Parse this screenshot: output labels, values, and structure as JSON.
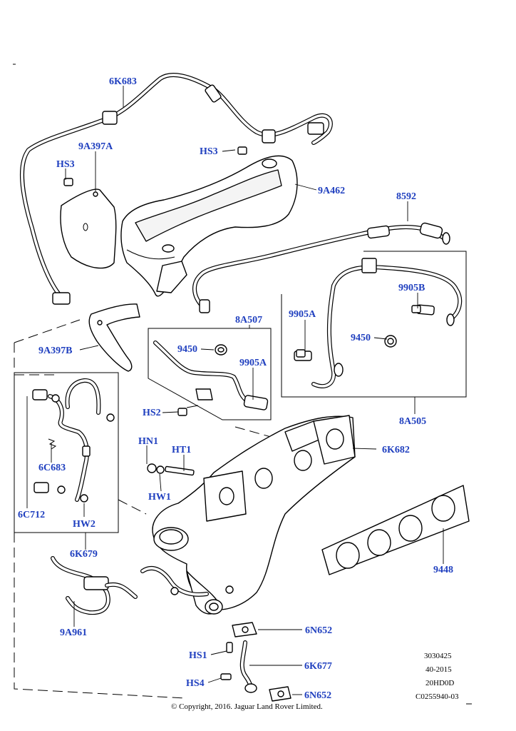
{
  "labels": {
    "l_6K683_top": "6K683",
    "l_9A397A": "9A397A",
    "l_HS3_left": "HS3",
    "l_HS3_mid": "HS3",
    "l_9A462": "9A462",
    "l_8592": "8592",
    "l_9905B": "9905B",
    "l_9905A_right": "9905A",
    "l_9450_right": "9450",
    "l_8A507": "8A507",
    "l_9450_mid": "9450",
    "l_9905A_mid": "9905A",
    "l_9A397B": "9A397B",
    "l_HS2": "HS2",
    "l_8A505": "8A505",
    "l_6K682": "6K682",
    "l_6C683": "6C683",
    "l_6C712": "6C712",
    "l_HW2": "HW2",
    "l_6K679": "6K679",
    "l_HN1": "HN1",
    "l_HT1": "HT1",
    "l_HW1": "HW1",
    "l_9448": "9448",
    "l_6N652_top": "6N652",
    "l_9A961": "9A961",
    "l_HS1": "HS1",
    "l_6K677": "6K677",
    "l_HS4": "HS4",
    "l_6N652_bottom": "6N652"
  },
  "meta": {
    "line1": "3030425",
    "line2": "40-2015",
    "line3": "20HD0D",
    "line4": "C0255940-03"
  },
  "copyright": "© Copyright, 2016. Jaguar Land Rover Limited.",
  "colors": {
    "callout": "#1f3fbf",
    "line": "#000000"
  }
}
